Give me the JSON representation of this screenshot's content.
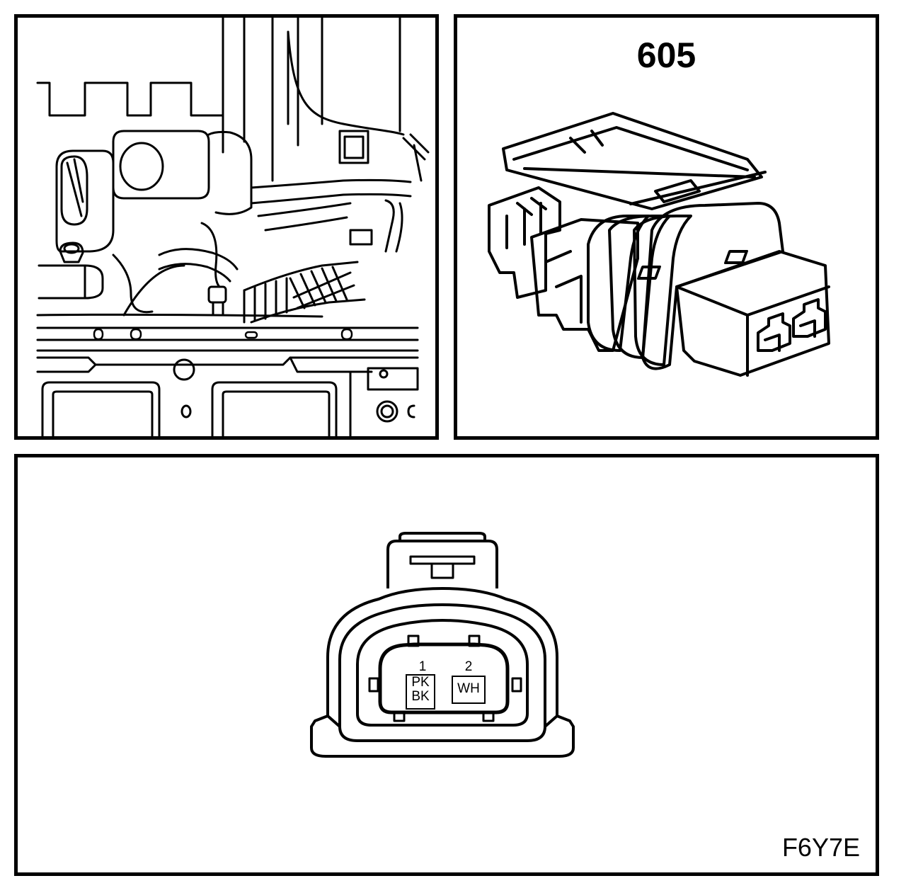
{
  "connector": {
    "id": "605"
  },
  "figure": {
    "code": "F6Y7E"
  },
  "pins": [
    {
      "number": "1",
      "wire_lines": [
        "PK",
        "BK"
      ]
    },
    {
      "number": "2",
      "wire_lines": [
        "WH"
      ]
    }
  ]
}
